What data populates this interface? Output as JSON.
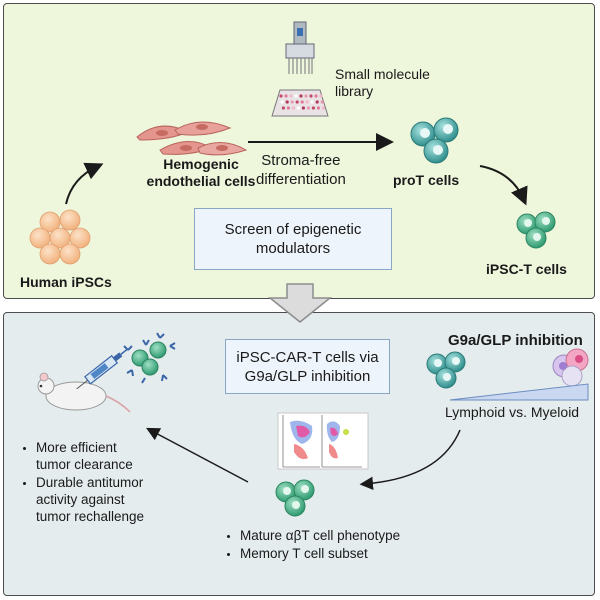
{
  "top": {
    "small_molecule_library": "Small molecule\nlibrary",
    "hemogenic": "Hemogenic\nendothelial cells",
    "stroma_free": "Stroma-free\ndifferentiation",
    "prot_cells": "proT cells",
    "human_ipscs": "Human iPSCs",
    "screen_box": "Screen of epigenetic\nmodulators",
    "ipsc_t_cells": "iPSC-T cells"
  },
  "bottom": {
    "car_t_box": "iPSC-CAR-T cells via\nG9a/GLP inhibition",
    "g9a_title": "G9a/GLP inhibition",
    "lymphoid_myeloid": "Lymphoid vs. Myeloid",
    "outcomes": [
      "More efficient\ntumor clearance",
      "Durable antitumor\nactivity against\ntumor rechallenge"
    ],
    "phenotype": [
      "Mature αβT cell phenotype",
      "Memory T cell subset"
    ]
  },
  "colors": {
    "top_bg": "#eef6dc",
    "bottom_bg": "#e5ecee",
    "tcell": "#3fae85",
    "prot": "#4aa8a6",
    "ipsc": "#f7c9a0",
    "endothelial": "#e4958d"
  }
}
